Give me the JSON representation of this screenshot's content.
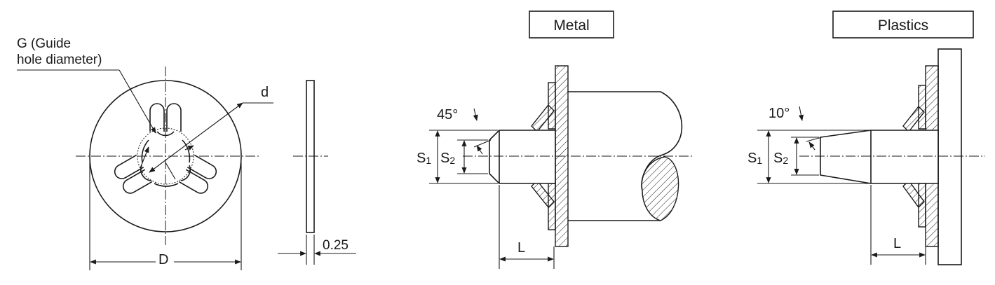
{
  "labels": {
    "guide_hole_line1": "G (Guide",
    "guide_hole_line2": "hole diameter)",
    "d": "d",
    "D": "D",
    "thickness": "0.25",
    "metal_title": "Metal",
    "plastics_title": "Plastics",
    "metal_angle": "45°",
    "plastics_angle": "10°",
    "S1": "S",
    "S1_sub": "1",
    "S2": "S",
    "S2_sub": "2",
    "L": "L"
  }
}
